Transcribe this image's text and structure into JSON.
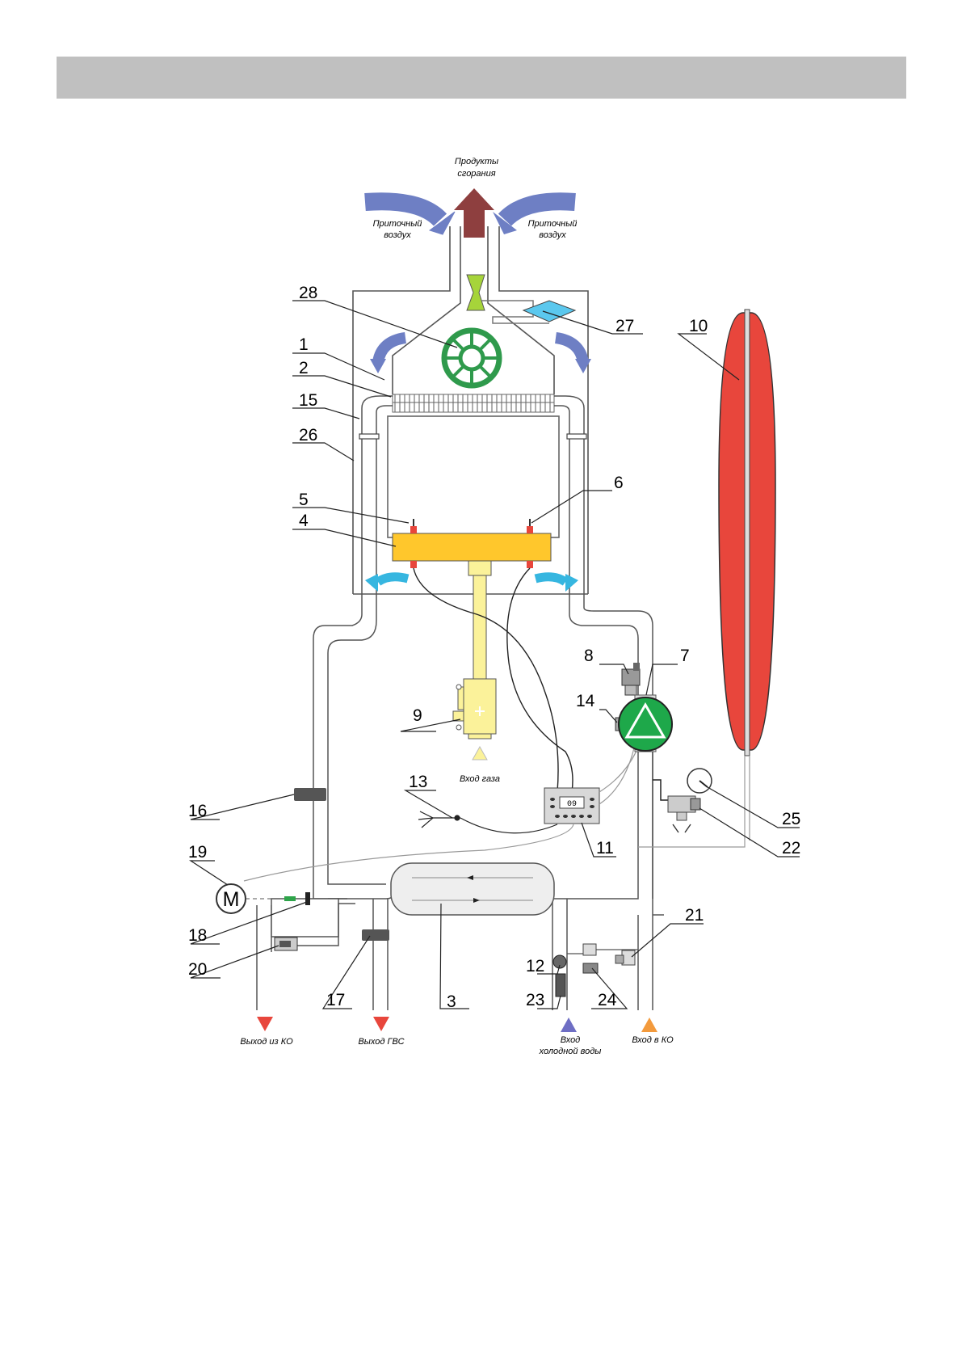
{
  "captions": {
    "combustion": [
      "Продукты",
      "сгорания"
    ],
    "air_left": [
      "Приточный",
      "воздух"
    ],
    "air_right": [
      "Приточный",
      "воздух"
    ],
    "gas_in": "Вход газа",
    "heating_out": "Выход из КО",
    "dhw_out": "Выход ГВС",
    "cold_in": [
      "Вход",
      "холодной воды"
    ],
    "heating_in": "Вход в КО"
  },
  "display_value": "09",
  "motor_letter": "M",
  "labels": [
    "1",
    "2",
    "3",
    "4",
    "5",
    "6",
    "7",
    "8",
    "9",
    "10",
    "11",
    "12",
    "13",
    "14",
    "15",
    "16",
    "17",
    "18",
    "19",
    "20",
    "21",
    "22",
    "23",
    "24",
    "25",
    "26",
    "27",
    "28"
  ],
  "colors": {
    "air_arrow": "#6e7fc4",
    "flue_arrow": "#8e3f3f",
    "expansion_tank": "#e8463c",
    "pump": "#1ea84a",
    "burner": "#ffc72c",
    "gas_pipe": "#fbf29a",
    "heating_out_marker": "#e8463c",
    "cold_in_marker": "#6e6ec4",
    "heating_in_marker": "#f39a3c",
    "fresh_air_arrow": "#36b6e0"
  }
}
